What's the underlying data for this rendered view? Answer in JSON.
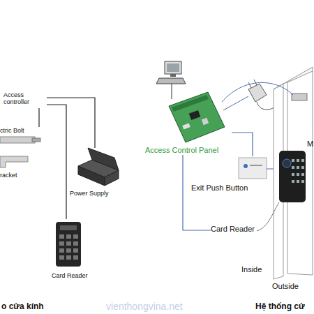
{
  "diagram": {
    "nodes": [
      {
        "text": [
          "Access controller"
        ]
      },
      {
        "text": [
          "ctric Bolt"
        ]
      },
      {
        "text": [
          "racket"
        ]
      },
      {
        "text": [
          "Power Supply"
        ]
      },
      {
        "text": [
          "Card Reader"
        ]
      },
      {
        "text": [
          "Access Control Panel"
        ]
      },
      {
        "text": [
          "Exit Push Button"
        ]
      },
      {
        "text": [
          "Card Reader"
        ]
      }
    ],
    "edges": [
      {
        "from": 0,
        "to": 1,
        "arrow": "none"
      },
      {
        "from": 0,
        "to": 3,
        "arrow": "none"
      },
      {
        "from": 0,
        "to": 4,
        "arrow": "none"
      },
      {
        "from": 5,
        "to": 6,
        "arrow": "none"
      },
      {
        "from": 5,
        "to": 7,
        "arrow": "none"
      }
    ],
    "labels": [
      "M",
      "Inside",
      "Outside",
      "o cửa kính",
      "vienthongvina.net",
      "Hệ thống cử"
    ]
  }
}
